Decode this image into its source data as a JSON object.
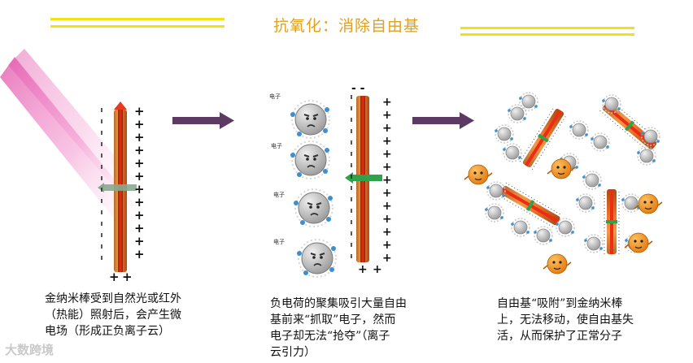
{
  "title": "抗氧化：消除自由基",
  "panel1": {
    "caption": [
      "金纳米棒受到自然光或红外",
      "（热能）照射后，会产生微",
      "电场（形成正负离子云）"
    ],
    "plus": "+",
    "minus": "-"
  },
  "panel2": {
    "caption": [
      "负电荷的聚集吸引大量自由",
      "基前来“抓取”电子，然而",
      "电子却无法“抢夺”（离子",
      "云引力）"
    ],
    "electron_label": "电子"
  },
  "panel3": {
    "caption": [
      "自由基“吸附”到金纳米棒",
      "上，无法移动，使自由基失",
      "活，从而保护了正常分子"
    ]
  },
  "watermark": "大数跨境",
  "colors": {
    "title": "#e3a01a",
    "bar": "#f3e015",
    "arrow": "#5c3a63",
    "rod": "#e8732a",
    "rod_core": "#d62a12",
    "green": "#2fa34b",
    "pink": "#e14fa8"
  }
}
